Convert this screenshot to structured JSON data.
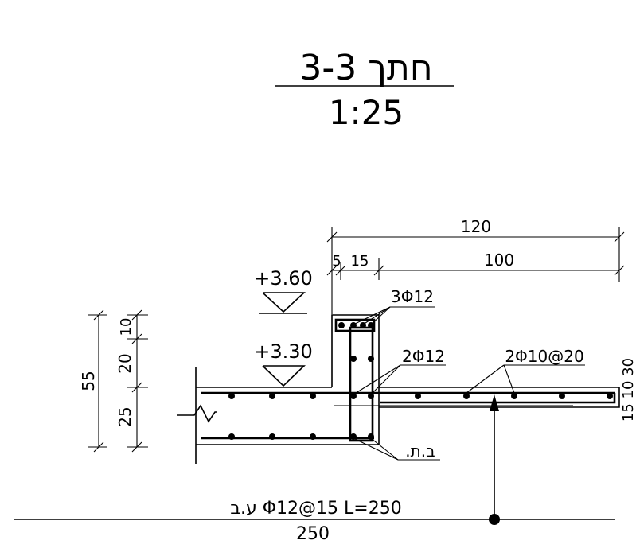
{
  "title": {
    "section_name": "חתך 3-3",
    "scale": "1:25"
  },
  "levels": {
    "top": "+3.60",
    "slab": "+3.30"
  },
  "dimensions": {
    "overall_width": "120",
    "offset_small": "5",
    "beam_width": "15",
    "slab_span": "100",
    "total_height": "55",
    "seg_top": "10",
    "seg_mid": "20",
    "seg_bottom": "25",
    "bottom_length": "250",
    "right_edge_partial": "15 10 30"
  },
  "rebar_labels": {
    "top_bars": "3Φ12",
    "mid_bars": "2Φ12",
    "slab_bars": "2Φ10@20",
    "bottom_note": ".ב.ת",
    "bottom_bar": "ע.ב Φ12@15 L=250"
  },
  "colors": {
    "ink": "#000000",
    "paper": "#ffffff"
  }
}
